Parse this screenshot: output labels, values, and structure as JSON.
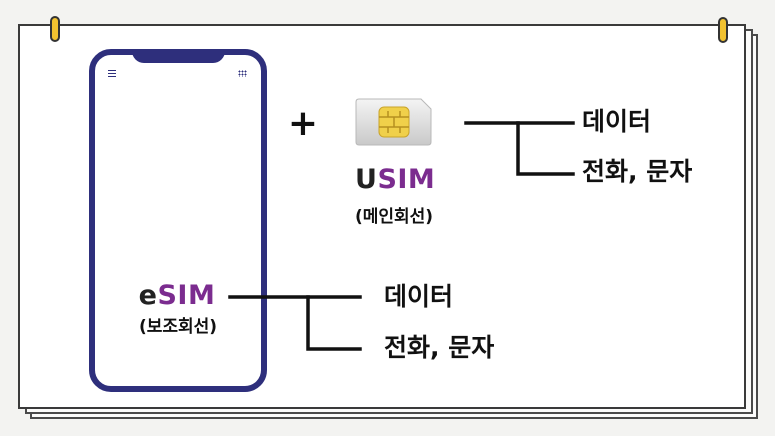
{
  "icons": {
    "menu": "hamburger-menu-icon",
    "grid": "app-grid-icon",
    "sim": "usim-card-icon"
  },
  "colors": {
    "phone_frame": "#2e2f7c",
    "accent_purple": "#7b2c8f",
    "pin_yellow": "#f2c230",
    "sim_chip_gold": "#f0d04a"
  },
  "plus_sign": "+",
  "usim": {
    "label_lead": "U",
    "label_accent": "SIM",
    "sublabel": "(메인회선)",
    "branches": [
      "데이터",
      "전화, 문자"
    ]
  },
  "esim": {
    "label_lead": "e",
    "label_accent": "SIM",
    "sublabel": "(보조회선)",
    "branches": [
      "데이터",
      "전화, 문자"
    ]
  }
}
